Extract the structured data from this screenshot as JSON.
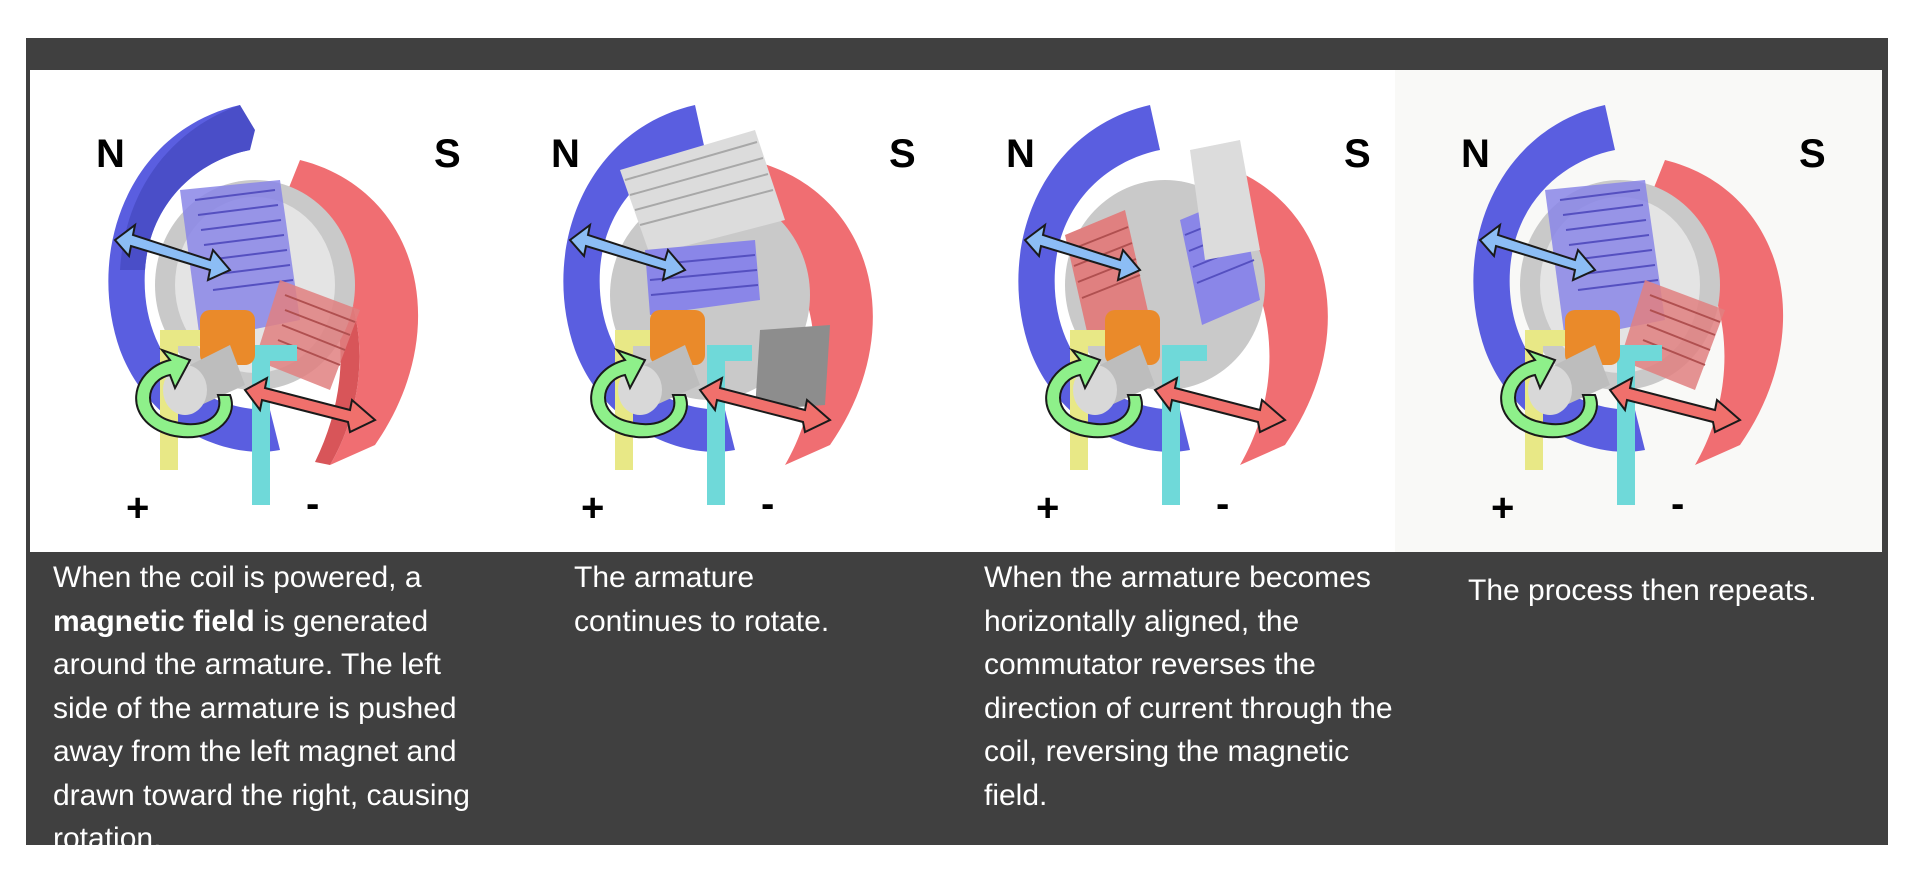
{
  "frame_color": "#404040",
  "colors": {
    "north_magnet": "#5a5ee0",
    "south_magnet": "#f06e72",
    "left_brush": "#e8e886",
    "right_brush": "#6fd9d9",
    "commutator": "#ea8a2a",
    "rotation_arrow": "#8ef08a",
    "field_arrow_north": "#8cbdf5",
    "field_arrow_south": "#f0706c"
  },
  "icons": [
    "north-magnet-icon",
    "south-magnet-icon",
    "armature-icon",
    "commutator-icon",
    "brush-icon",
    "rotation-arrow-icon",
    "field-arrow-icon"
  ],
  "panels": [
    {
      "north_label": "N",
      "south_label": "S",
      "plus_label": "+",
      "minus_label": "-",
      "caption_lead": "When the coil is powered, a",
      "caption_bold": "magnetic field",
      "caption_rest": " is generated around the armature. The left side of the armature is pushed away from the left magnet and drawn toward the right, causing rotation."
    },
    {
      "north_label": "N",
      "south_label": "S",
      "plus_label": "+",
      "minus_label": "-",
      "caption": "The armature continues to rotate."
    },
    {
      "north_label": "N",
      "south_label": "S",
      "plus_label": "+",
      "minus_label": "-",
      "caption": "When the armature becomes horizontally aligned, the commutator reverses the direction of current through the coil, reversing the magnetic field."
    },
    {
      "north_label": "N",
      "south_label": "S",
      "plus_label": "+",
      "minus_label": "-",
      "caption": "The process then repeats."
    }
  ]
}
